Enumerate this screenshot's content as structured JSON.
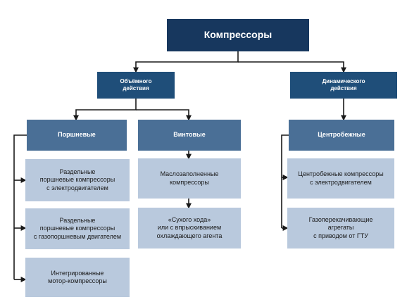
{
  "root": {
    "label": "Компрессоры"
  },
  "volumetric": {
    "label": "Объёмного\nдействия"
  },
  "dynamic": {
    "label": "Динамического\nдействия"
  },
  "piston": {
    "label": "Поршневые"
  },
  "screw": {
    "label": "Винтовые"
  },
  "centrifugal": {
    "label": "Центробежные"
  },
  "piston_items": [
    {
      "label": "Раздельные\nпоршневые компрессоры\nс электродвигателем"
    },
    {
      "label": "Раздельные\nпоршневые компрессоры\nс газопоршневым двигателем"
    },
    {
      "label": "Интегрированные\nмотор-компрессоры"
    }
  ],
  "screw_items": [
    {
      "label": "Маслозаполненные\nкомпрессоры"
    },
    {
      "label": "«Сухого хода»\nили с впрыскиванием\nохлаждающего агента"
    }
  ],
  "centrifugal_items": [
    {
      "label": "Центробежные компрессоры\nс электродвигателем"
    },
    {
      "label": "Газоперекачивающие\nагрегаты\nс приводом от ГТУ"
    }
  ],
  "colors": {
    "root": "#17375e",
    "level1": "#1f4e79",
    "level2": "#4a6f96",
    "leaf": "#b9c9dd",
    "connector": "#1a1a1a"
  }
}
